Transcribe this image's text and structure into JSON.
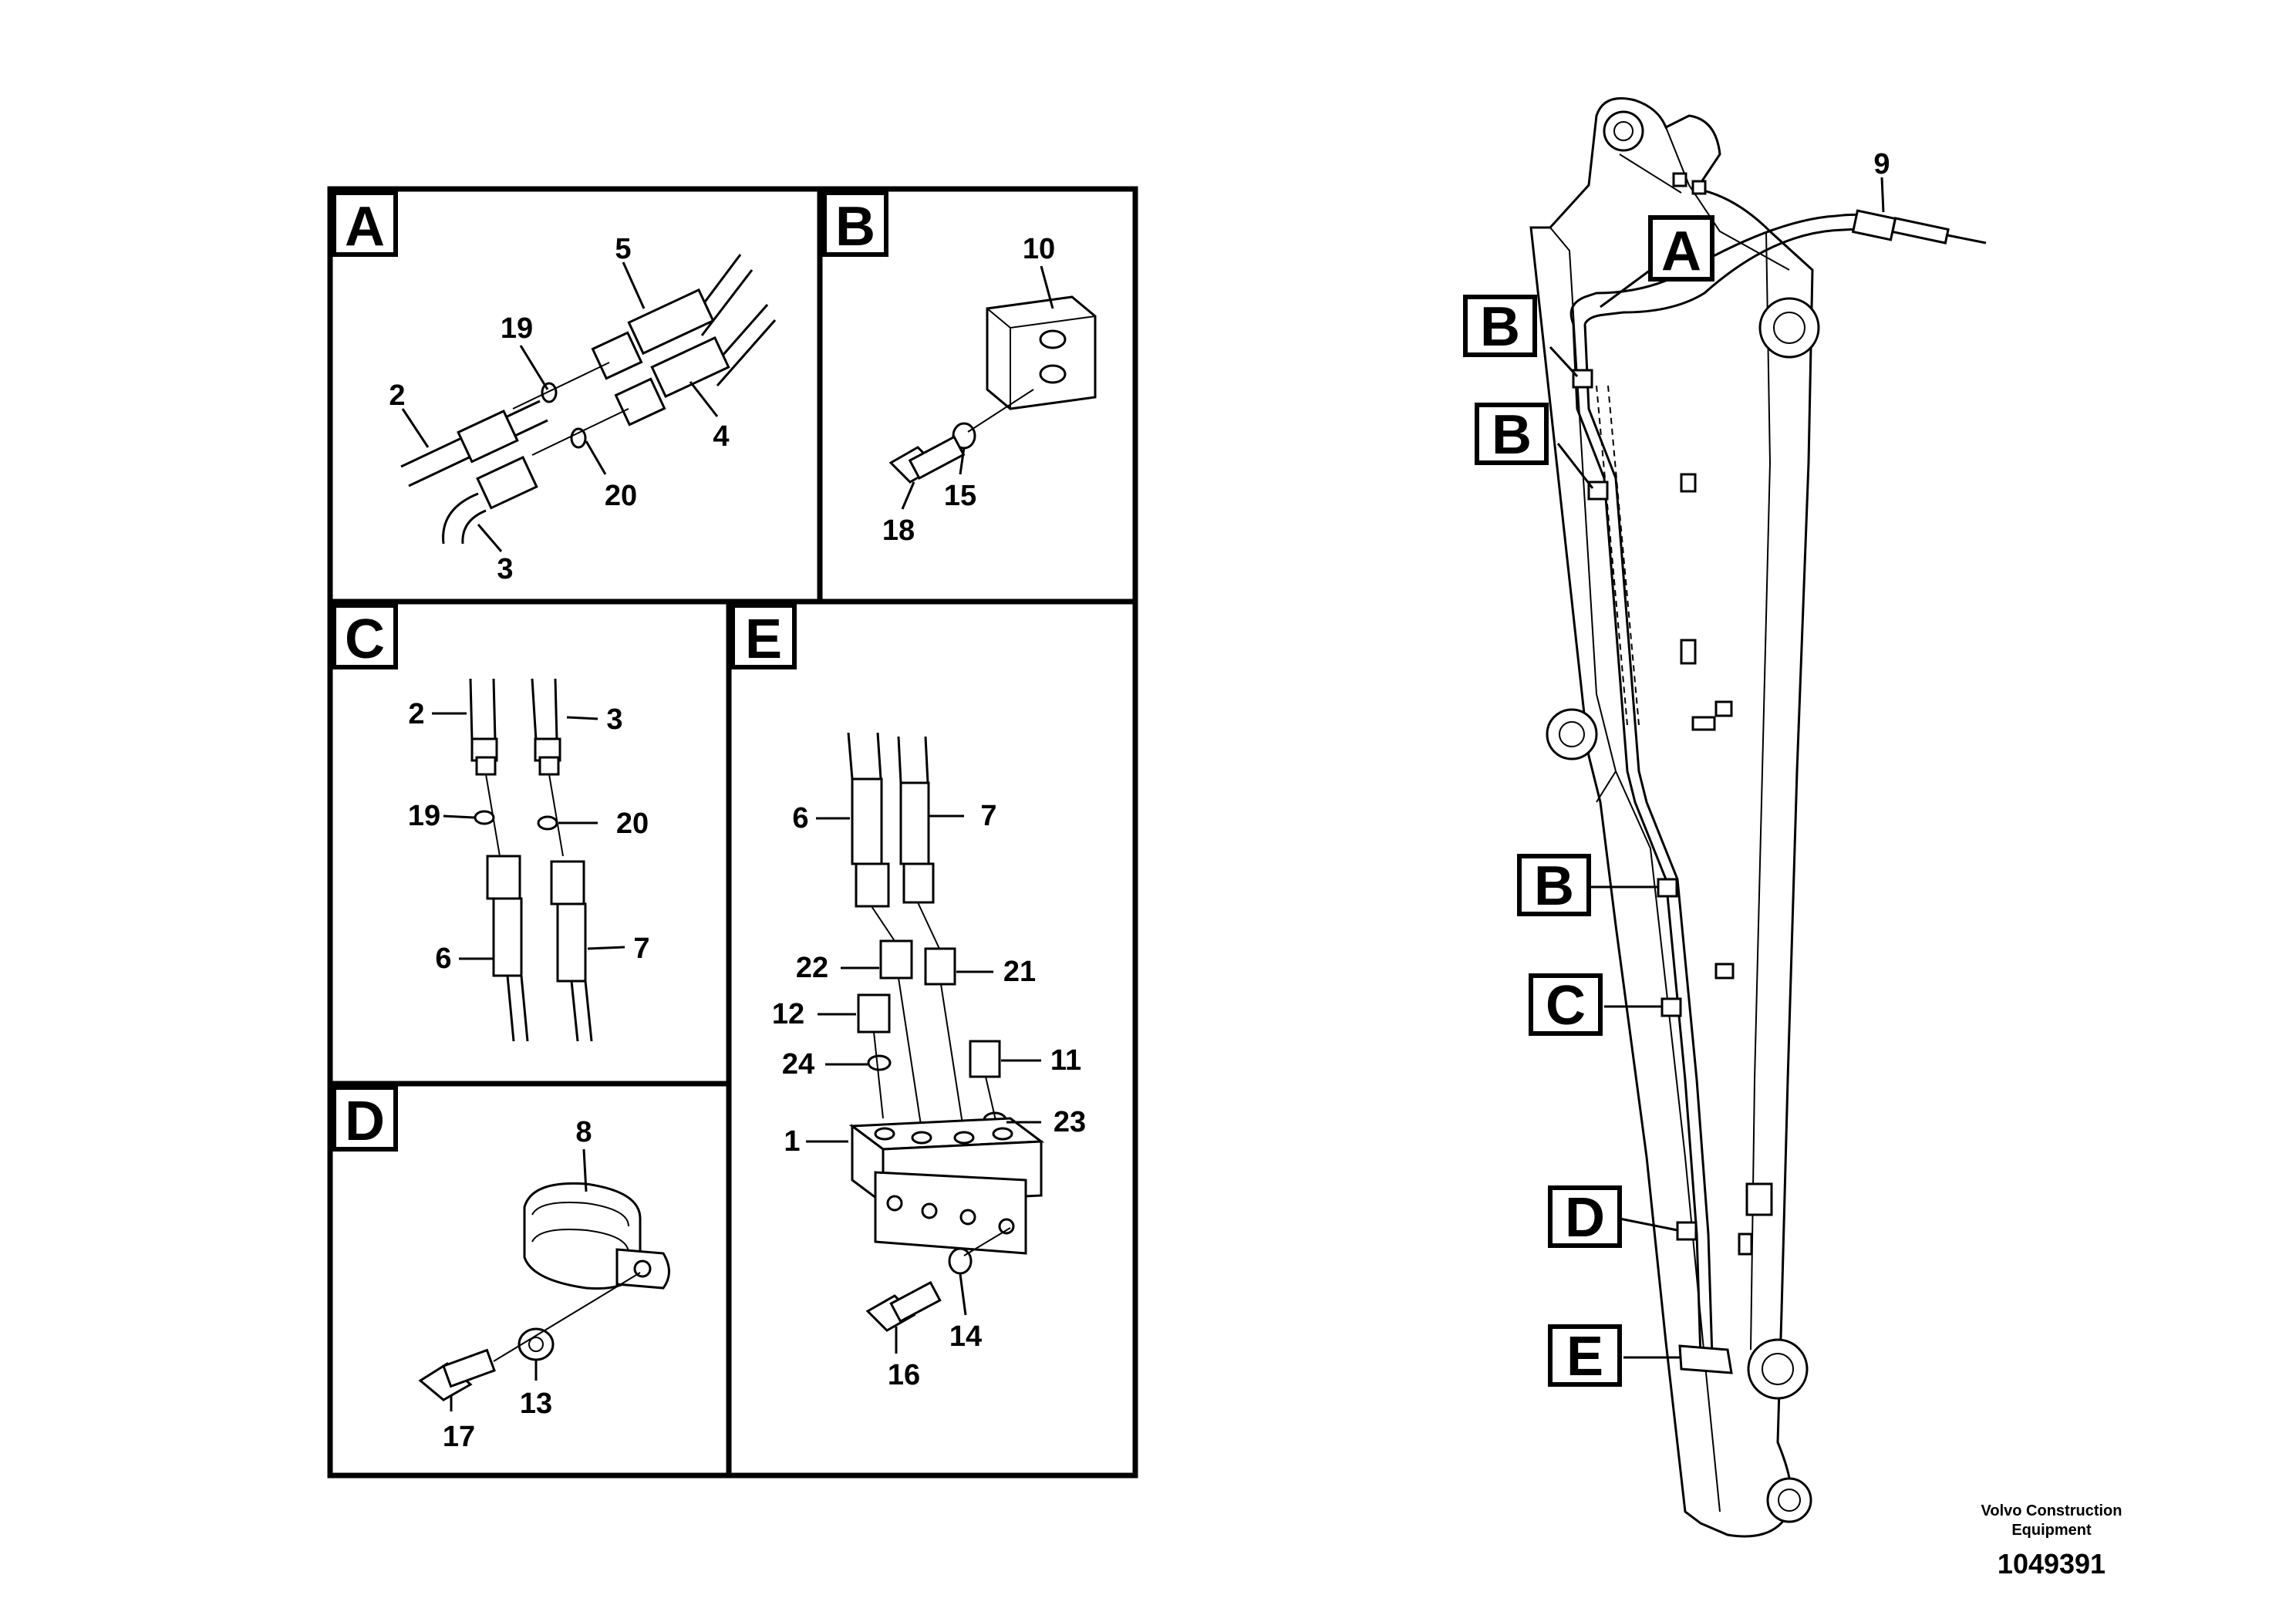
{
  "panels": {
    "a": {
      "letter": "A",
      "parts": {
        "p5": "5",
        "p19": "19",
        "p2": "2",
        "p4": "4",
        "p20": "20",
        "p3": "3"
      }
    },
    "b": {
      "letter": "B",
      "parts": {
        "p10": "10",
        "p15": "15",
        "p18": "18"
      }
    },
    "c": {
      "letter": "C",
      "parts": {
        "p2": "2",
        "p3": "3",
        "p19": "19",
        "p20": "20",
        "p6": "6",
        "p7": "7"
      }
    },
    "d": {
      "letter": "D",
      "parts": {
        "p8": "8",
        "p13": "13",
        "p17": "17"
      }
    },
    "e": {
      "letter": "E",
      "parts": {
        "p6": "6",
        "p7": "7",
        "p22": "22",
        "p21": "21",
        "p12": "12",
        "p11": "11",
        "p24": "24",
        "p23": "23",
        "p1": "1",
        "p16": "16",
        "p14": "14"
      }
    }
  },
  "boom": {
    "part_9": "9",
    "callouts": [
      "A",
      "B",
      "B",
      "B",
      "C",
      "D",
      "E"
    ]
  },
  "footer": {
    "company_line1": "Volvo Construction",
    "company_line2": "Equipment",
    "drawing_number": "1049391"
  }
}
